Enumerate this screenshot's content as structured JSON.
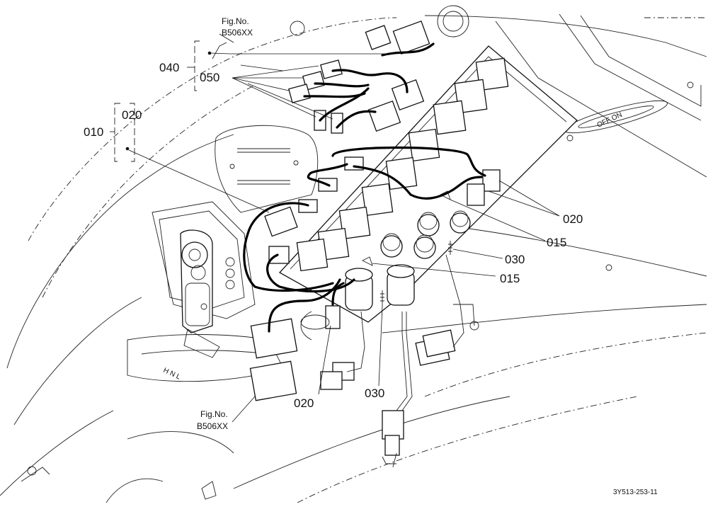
{
  "labels": {
    "fig_top": [
      "Fig.No.",
      "B506XX"
    ],
    "fig_bottom": [
      "Fig.No.",
      "B506XX"
    ],
    "p010": "010",
    "p020_group": "020",
    "p040": "040",
    "p050": "050",
    "p020_right": "020",
    "p015_right": "015",
    "p030_right": "030",
    "p015_mid": "015",
    "p030_bottom": "030",
    "p020_bottom": "020",
    "drawing_code": "3Y513-253-11"
  },
  "embossed_text": {
    "lever_gear": "H N L",
    "dial": "OFF ON"
  },
  "colors": {
    "line": "#111111",
    "background": "#ffffff"
  }
}
